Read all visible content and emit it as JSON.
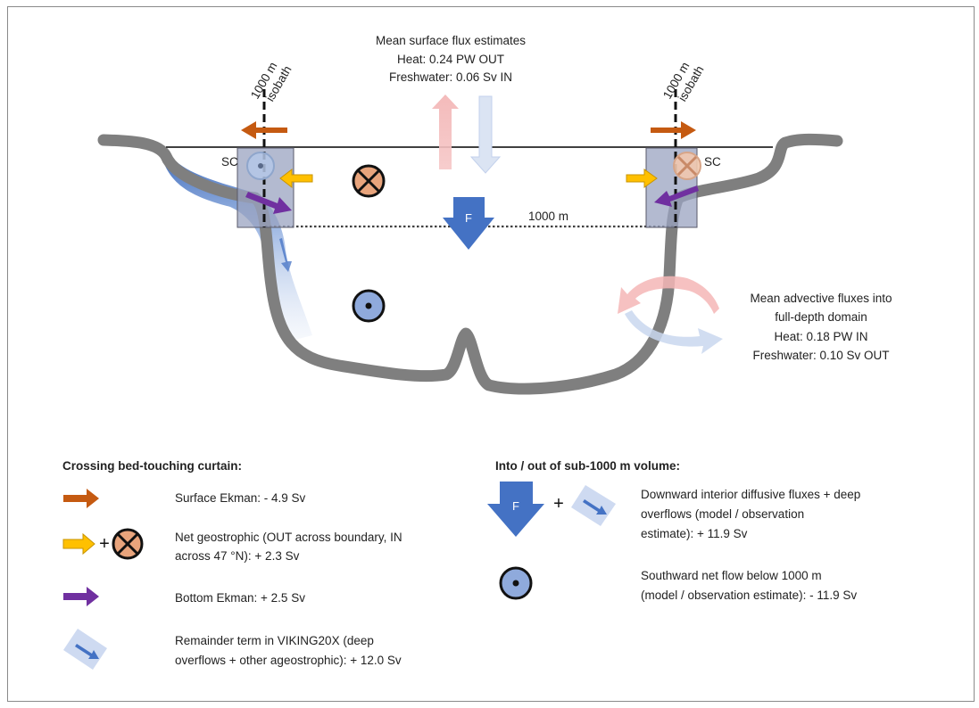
{
  "surface_flux": {
    "title": "Mean surface flux estimates",
    "heat": "Heat: 0.24 PW OUT",
    "freshwater": "Freshwater: 0.06 Sv IN"
  },
  "isobath_left": {
    "line1": "1000 m",
    "line2": "isobath"
  },
  "isobath_right": {
    "line1": "1000 m",
    "line2": "isobath"
  },
  "sc_left": "SC",
  "sc_right": "SC",
  "depth_label": "1000 m",
  "f_label": "F",
  "advective": {
    "line1": "Mean advective fluxes into",
    "line2": "full-depth domain",
    "heat": "Heat: 0.18 PW IN",
    "freshwater": "Freshwater: 0.10 Sv OUT"
  },
  "legend_left": {
    "header": "Crossing bed-touching curtain:",
    "items": [
      {
        "icon": "orange-arrow-icon",
        "text": [
          "Surface Ekman: - 4.9 Sv"
        ]
      },
      {
        "icon": "yellow-arrow-plus-cross-icon",
        "plus": "+",
        "text": [
          "Net  geostrophic (OUT across boundary, IN",
          "across 47 °N): + 2.3 Sv"
        ]
      },
      {
        "icon": "purple-arrow-icon",
        "text": [
          "Bottom  Ekman: + 2.5 Sv"
        ]
      },
      {
        "icon": "light-blue-arrow-icon",
        "text": [
          "Remainder term  in VIKING20X (deep",
          "overflows + other ageostrophic): + 12.0 Sv"
        ]
      }
    ]
  },
  "legend_right": {
    "header": "Into / out of sub-1000 m volume:",
    "items": [
      {
        "icon": "f-arrow-plus-light-arrow-icon",
        "f": "F",
        "plus": "+",
        "text": [
          "Downward interior diffusive fluxes + deep",
          "overflows (model / observation",
          "estimate): + 11.9 Sv"
        ]
      },
      {
        "icon": "dot-circle-icon",
        "text": [
          "Southward net flow below 1000 m",
          "(model / observation estimate):  - 11.9 Sv"
        ]
      }
    ]
  },
  "colors": {
    "basin": "#7f7f7f",
    "orange": "#c55a11",
    "yellow": "#ffc000",
    "purple": "#7030a0",
    "blue": "#4472c4",
    "light_blue": "#a9bfe0",
    "cross_fill": "#e8a47c",
    "curtain": "#9aa3c0",
    "heat_pink": "#f4b6b6"
  }
}
